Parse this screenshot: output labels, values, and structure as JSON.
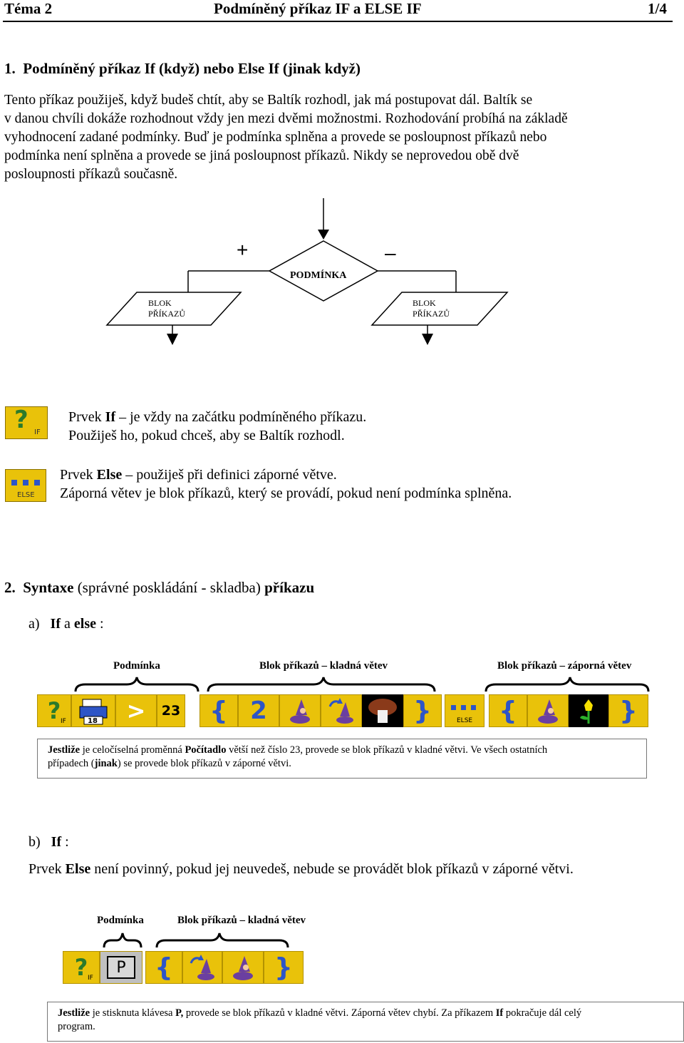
{
  "header": {
    "left": "Téma 2",
    "center": "Podmíněný příkaz IF a ELSE IF",
    "right": "1/4"
  },
  "section1": {
    "title": "1.  Podmíněný příkaz If (když) nebo Else If (jinak když)",
    "p1": "Tento příkaz použiješ, když budeš chtít, aby se Baltík rozhodl, jak má postupovat dál. Baltík se",
    "p2": "v danou chvíli dokáže rozhodnout vždy jen mezi dvěmi možnostmi. Rozhodování probíhá na základě",
    "p3": "vyhodnocení zadané podmínky. Buď je podmínka splněna a provede se posloupnost příkazů nebo",
    "p4": "podmínka není splněna a provede se jiná posloupnost příkazů. Nikdy se neprovedou obě dvě",
    "p5": "posloupnosti příkazů současně."
  },
  "flowchart": {
    "plus": "+",
    "minus": "–",
    "condition": "PODMÍNKA",
    "left_block_1": "BLOK",
    "left_block_2": "PŘÍKAZŮ",
    "right_block_1": "BLOK",
    "right_block_2": "PŘÍKAZŮ"
  },
  "if_element": {
    "icon_text": "IF",
    "line1_pre": "Prvek ",
    "line1_bold": "If",
    "line1_post": " – je vždy na začátku podmíněného příkazu.",
    "line2": "Použiješ ho, pokud chceš, aby se Baltík rozhodl."
  },
  "else_element": {
    "icon_text": "ELSE",
    "line1_pre": "Prvek ",
    "line1_bold": "Else",
    "line1_post": " – použiješ při definici záporné větve.",
    "line2": "Záporná větev je blok příkazů, který se provádí, pokud není podmínka splněna."
  },
  "section2": {
    "title_num": "2.",
    "title_bold": "Syntaxe",
    "title_rest": " (správné poskládání - skladba) ",
    "title_end": "příkazu"
  },
  "sub_a": {
    "letter": "a)",
    "bold1": "If",
    "mid": " a ",
    "bold2": "else",
    "end": " :",
    "label_condition": "Podmínka",
    "label_positive": "Blok příkazů – kladná větev",
    "label_negative": "Blok příkazů – záporná větev",
    "strip": {
      "if_text": "IF",
      "counter_value": "18",
      "gt": ">",
      "number_value": "23",
      "brace_open": "{",
      "digit": "2",
      "brace_close": "}",
      "else_text": "ELSE"
    },
    "note_bold1": "Jestliže",
    "note_t1": " je celočíselná proměnná ",
    "note_bold2": "Počítadlo",
    "note_t2": " větší než číslo 23, provede se blok příkazů v kladné větvi. Ve všech ostatních",
    "note_t3": "případech (",
    "note_bold3": "jinak",
    "note_t4": ") se provede blok příkazů v záporné větvi."
  },
  "sub_b": {
    "letter": "b)",
    "bold1": "If",
    "end": " :",
    "line_pre": "Prvek ",
    "line_bold": "Else",
    "line_post": " není povinný, pokud jej neuvedeš, nebude se provádět blok příkazů v záporné větvi.",
    "label_condition": "Podmínka",
    "label_positive": "Blok příkazů – kladná větev",
    "strip": {
      "if_text": "IF",
      "key": "P",
      "brace_open": "{",
      "brace_close": "}"
    },
    "note_bold1": "Jestliže",
    "note_t1": " je stisknuta klávesa ",
    "note_bold2": "P,",
    "note_t2": " provede se  blok příkazů v kladné větvi. Záporná větev chybí. Za příkazem ",
    "note_bold3": "If",
    "note_t3": " pokračuje dál celý",
    "note_t4": "program."
  },
  "colors": {
    "tile": "#e9c20a",
    "brace": "#2d55c7",
    "figure": "#6b3fa0"
  }
}
